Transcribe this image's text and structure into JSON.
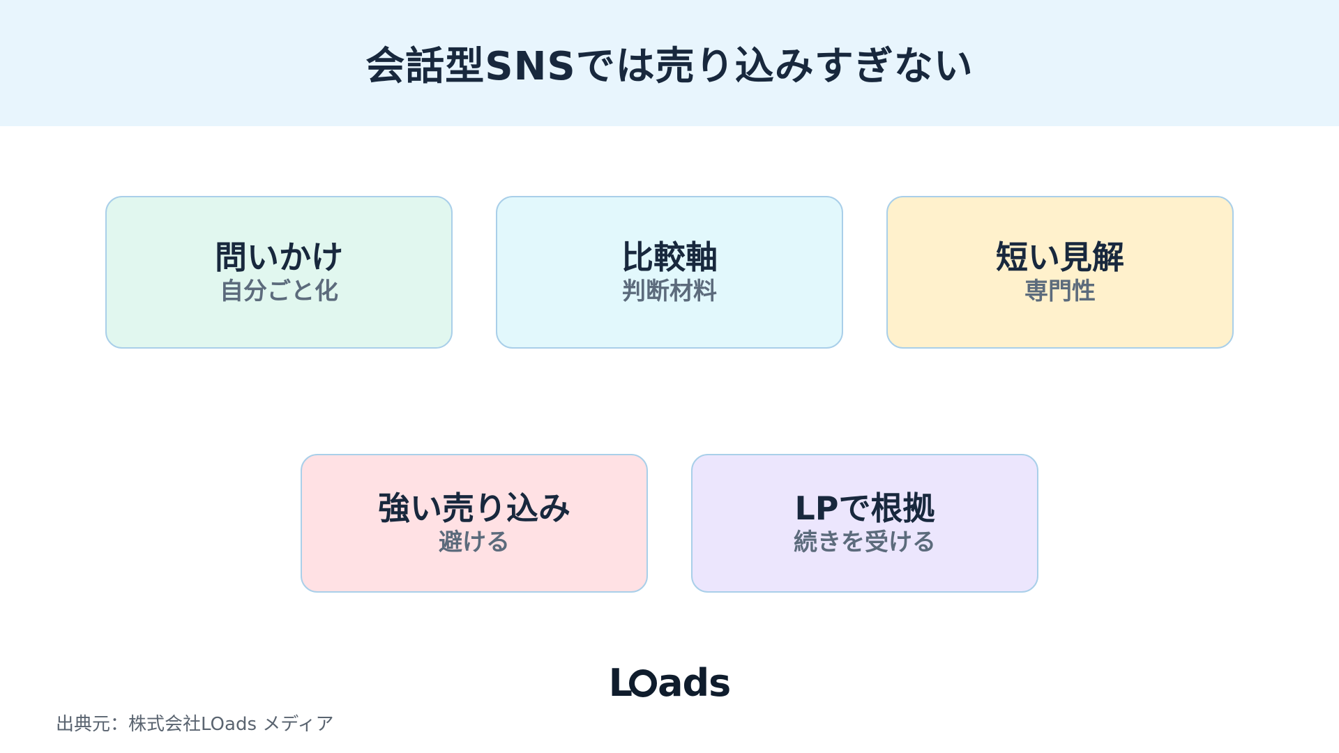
{
  "header": {
    "title": "会話型SNSでは売り込みすぎない",
    "background": "#e8f5fd"
  },
  "cards": [
    {
      "title": "問いかけ",
      "subtitle": "自分ごと化",
      "color": "#e1f7ef"
    },
    {
      "title": "比較軸",
      "subtitle": "判断材料",
      "color": "#e2f8fc"
    },
    {
      "title": "短い見解",
      "subtitle": "専門性",
      "color": "#fff1cc"
    },
    {
      "title": "強い売り込み",
      "subtitle": "避ける",
      "color": "#ffe1e4"
    },
    {
      "title": "LPで根拠",
      "subtitle": "続きを受ける",
      "color": "#ece6fd"
    }
  ],
  "logo": {
    "l": "L",
    "rest": "ads",
    "full": "LOads"
  },
  "footer": {
    "source": "出典元：株式会社LOads メディア"
  }
}
